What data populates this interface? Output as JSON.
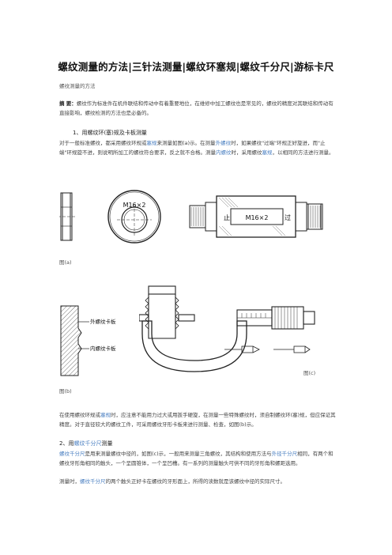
{
  "title": "螺纹测量的方法|三针法测量|螺纹环塞规|螺纹千分尺|游标卡尺",
  "subtitle": "螺纹测量的方法",
  "abstract": {
    "label": "摘 要：",
    "text": "螺纹作为标准件在机件联结和传动中有着重要地位，在维修中加工螺纹也是常见的，螺纹的精度对其联结和传动有直接影响，螺纹检测的方法也是必备的。"
  },
  "section1": {
    "heading": "1、用螺纹环(塞)规及卡板测量",
    "p_a": "对于一般标准螺纹，都采用螺纹环规或",
    "p_link1": "塞规",
    "p_b": "来测量如图(a)示。在测量",
    "p_link2": "外螺纹",
    "p_c": "时，如果螺纹\"过端\"环规正好旋进，而\"止端\"环规旋不进，则说明所加工的螺纹符合要求，反之就不合格。测量",
    "p_link3": "内螺纹",
    "p_d": "时，采用螺纹",
    "p_link4": "塞规",
    "p_e": "，以相同的方法进行测量。"
  },
  "figure_a": {
    "caption": "图(a)",
    "ring_label": "M16×2",
    "plug_label": "M16×2",
    "stop_char": "止",
    "go_char": "过"
  },
  "figure_b": {
    "caption": "图(b)",
    "label_outer": "外螺纹卡板",
    "label_inner": "内螺纹卡板"
  },
  "figure_c": {
    "caption": "图(c)"
  },
  "para2": {
    "p_a": "在使用螺纹环规或",
    "p_link1": "塞规",
    "p_b": "时，应注意不能用力过大或用扳手硬旋，在测量一些特殊螺纹时，须自制螺纹环(塞)规，但应保证其精度。对于直径较大的螺纹工件，可采用螺纹牙形卡板来进行测量、检查，如图(b)示。"
  },
  "section2": {
    "heading_a": "2、用",
    "heading_link": "螺纹千分尺",
    "heading_b": "测量",
    "p_link1": "螺纹千分尺",
    "p_a": "是用来测量螺纹中径的，如图(c)示，一般用来测量三角螺纹，其结构和使用方法与",
    "p_link2": "外径千分尺",
    "p_b": "相同，有两个和螺纹牙形角相同的触头，一个呈圆锥体，一个呈凹槽。有一系列的测量触头可供不同的牙形角和螺距选用。",
    "p_c": "测量时，",
    "p_link3": "螺纹千分尺",
    "p_d": "的两个触头正好卡在螺纹的牙形面上，所得的读数就是该螺纹中径的实际尺寸。"
  }
}
